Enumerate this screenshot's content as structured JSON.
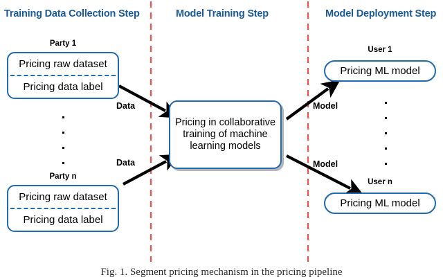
{
  "figure": {
    "caption": "Fig. 1. Segment pricing mechanism in the pricing pipeline",
    "colors": {
      "heading_blue": "#1a5a96",
      "box_border_blue": "#1f6bb0",
      "divider_red": "#e8544a",
      "arrow_black": "#000000",
      "background": "#ffffff"
    }
  },
  "columns": [
    {
      "id": "training-data-collection",
      "heading": "Training Data Collection Step",
      "nodes": [
        {
          "caption": "Party 1",
          "rows": [
            "Pricing raw dataset",
            "Pricing data label"
          ]
        },
        {
          "caption": "Party n",
          "rows": [
            "Pricing raw dataset",
            "Pricing data label"
          ]
        }
      ],
      "ellipsis_dots": 4
    },
    {
      "id": "model-training",
      "heading": "Model Training Step",
      "center_box": "Pricing in collaborative training of machine learning models"
    },
    {
      "id": "model-deployment",
      "heading": "Model Deployment Step",
      "nodes": [
        {
          "caption": "User 1",
          "label": "Pricing ML model"
        },
        {
          "caption": "User n",
          "label": "Pricing ML model"
        }
      ],
      "ellipsis_dots": 5
    }
  ],
  "edges": [
    {
      "id": "party1-to-center",
      "label": "Data"
    },
    {
      "id": "partyn-to-center",
      "label": "Data"
    },
    {
      "id": "center-to-user1",
      "label": "Model"
    },
    {
      "id": "center-to-usern",
      "label": "Model"
    }
  ],
  "dividers": [
    {
      "id": "divider-left",
      "style": "dashed",
      "orientation": "vertical"
    },
    {
      "id": "divider-right",
      "style": "dashed",
      "orientation": "vertical"
    }
  ]
}
